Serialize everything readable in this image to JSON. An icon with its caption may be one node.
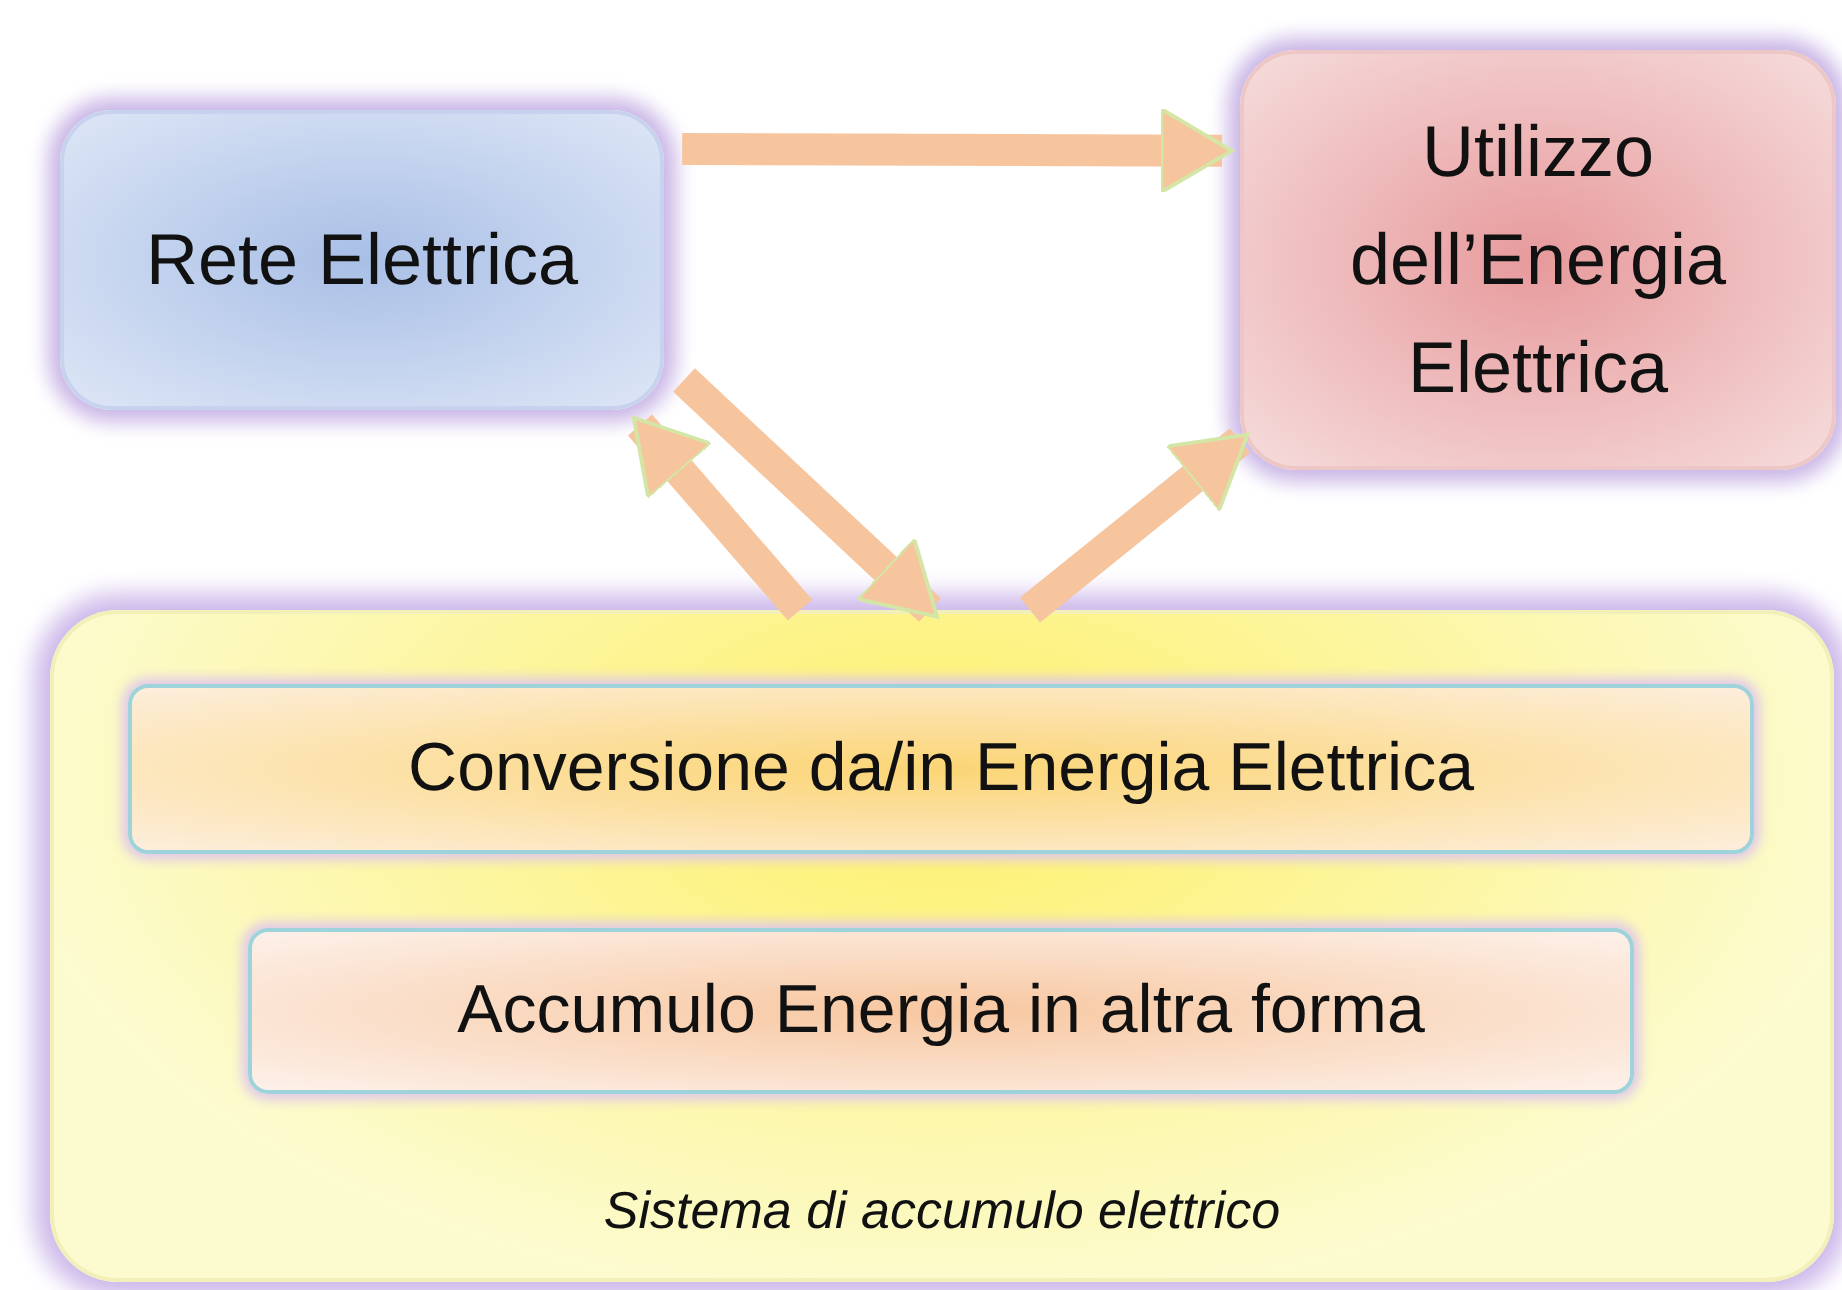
{
  "diagram": {
    "nodes": [
      {
        "text": [
          "Rete Elettrica"
        ]
      },
      {
        "text": [
          "Utilizzo dell’Energia Elettrica"
        ]
      },
      {
        "text": [
          "Sistema di accumulo elettrico"
        ]
      },
      {
        "text": [
          "Conversione da/in Energia Elettrica"
        ],
        "in": 2
      },
      {
        "text": [
          "Accumulo Energia in altra forma"
        ],
        "in": 2
      }
    ],
    "edges": [
      {
        "from": 0,
        "to": 1,
        "arrow": "to"
      },
      {
        "from": 0,
        "to": 2,
        "arrow": "to"
      },
      {
        "from": 2,
        "to": 0,
        "arrow": "to"
      },
      {
        "from": 2,
        "to": 1,
        "arrow": "to"
      }
    ]
  }
}
